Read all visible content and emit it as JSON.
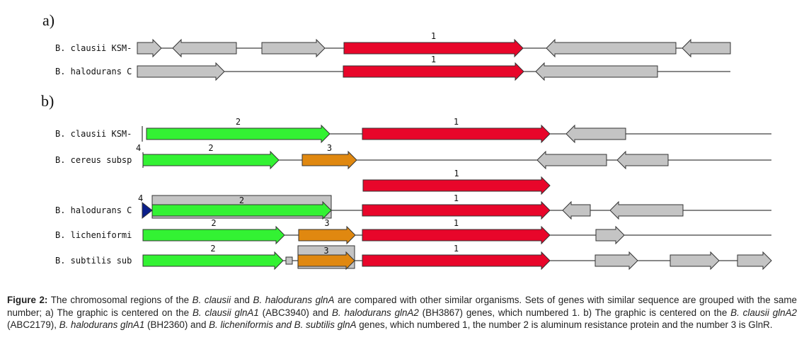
{
  "colors": {
    "gene_1": "#e8062a",
    "gene_2": "#33f233",
    "gene_3": "#e08810",
    "gene_4": "#0b1f8a",
    "other": "#c4c4c4",
    "stroke": "#333333",
    "backbone": "#111111"
  },
  "panels": [
    {
      "label": "a)",
      "rows": [
        {
          "organism": "B. clausii KSM-",
          "genes": [
            {
              "start": 194,
              "end": 228,
              "strand": "+",
              "group": null
            },
            {
              "start": 244,
              "end": 334,
              "strand": "-",
              "group": null
            },
            {
              "start": 370,
              "end": 459,
              "strand": "+",
              "group": null
            },
            {
              "start": 486,
              "end": 739,
              "strand": "+",
              "group": "1"
            },
            {
              "start": 772,
              "end": 955,
              "strand": "-",
              "group": null
            },
            {
              "start": 964,
              "end": 1032,
              "strand": "-",
              "group": null
            }
          ]
        },
        {
          "organism": "B. halodurans C",
          "genes": [
            {
              "start": 194,
              "end": 317,
              "strand": "+",
              "group": null
            },
            {
              "start": 485,
              "end": 740,
              "strand": "+",
              "group": "1"
            },
            {
              "start": 757,
              "end": 929,
              "strand": "-",
              "group": null
            }
          ]
        }
      ]
    },
    {
      "label": "b)",
      "rows": [
        {
          "organism": "B. clausii KSM-",
          "genes": [
            {
              "start": 207,
              "end": 466,
              "strand": "+",
              "group": "2"
            },
            {
              "start": 512,
              "end": 777,
              "strand": "+",
              "group": "1"
            },
            {
              "start": 800,
              "end": 884,
              "strand": "-",
              "group": null
            }
          ]
        },
        {
          "organism": "B. cereus subsp",
          "genes": [
            {
              "start": 202,
              "end": 394,
              "strand": "+",
              "group": "2",
              "extra_label": "4"
            },
            {
              "start": 427,
              "end": 504,
              "strand": "+",
              "group": "3"
            },
            {
              "start": 759,
              "end": 857,
              "strand": "-",
              "group": null
            },
            {
              "start": 872,
              "end": 944,
              "strand": "-",
              "group": null
            }
          ]
        },
        {
          "organism": "",
          "genes": [
            {
              "start": 513,
              "end": 777,
              "strand": "+",
              "group": "1"
            }
          ]
        },
        {
          "organism": "B. halodurans C",
          "genes": [
            {
              "start": 201,
              "end": 215,
              "strand": "+",
              "group": "4"
            },
            {
              "start": 215,
              "end": 468,
              "strand": "+",
              "group": "2",
              "overlap_box": true
            },
            {
              "start": 512,
              "end": 777,
              "strand": "+",
              "group": "1"
            },
            {
              "start": 795,
              "end": 834,
              "strand": "-",
              "group": null
            },
            {
              "start": 862,
              "end": 965,
              "strand": "-",
              "group": null
            }
          ]
        },
        {
          "organism": "B. licheniformi",
          "genes": [
            {
              "start": 202,
              "end": 402,
              "strand": "+",
              "group": "2"
            },
            {
              "start": 422,
              "end": 502,
              "strand": "+",
              "group": "3"
            },
            {
              "start": 512,
              "end": 777,
              "strand": "+",
              "group": "1"
            },
            {
              "start": 842,
              "end": 882,
              "strand": "+",
              "group": null
            }
          ]
        },
        {
          "organism": "B. subtilis sub",
          "genes": [
            {
              "start": 202,
              "end": 400,
              "strand": "+",
              "group": "2"
            },
            {
              "start": 404,
              "end": 413,
              "strand": "box",
              "group": null
            },
            {
              "start": 421,
              "end": 501,
              "strand": "+",
              "group": "3",
              "overlap_box": true
            },
            {
              "start": 512,
              "end": 777,
              "strand": "+",
              "group": "1"
            },
            {
              "start": 841,
              "end": 901,
              "strand": "+",
              "group": null
            },
            {
              "start": 947,
              "end": 1016,
              "strand": "+",
              "group": null
            },
            {
              "start": 1042,
              "end": 1090,
              "strand": "+",
              "group": null
            }
          ]
        }
      ]
    }
  ],
  "caption": {
    "figure_label": "Figure 2:",
    "segments": [
      {
        "t": " The chromosomal regions of the ",
        "i": false
      },
      {
        "t": "B. clausii",
        "i": true
      },
      {
        "t": " and ",
        "i": false
      },
      {
        "t": "B. halodurans glnA",
        "i": true
      },
      {
        "t": " are compared with other similar organisms. Sets of genes with similar sequence are grouped with the same number; a) The graphic is centered on the ",
        "i": false
      },
      {
        "t": "B. clausii glnA1",
        "i": true
      },
      {
        "t": " (ABC3940) and ",
        "i": false
      },
      {
        "t": "B. halodurans glnA2",
        "i": true
      },
      {
        "t": " (BH3867) genes, which numbered 1. b) The graphic is centered on the ",
        "i": false
      },
      {
        "t": "B. clausii glnA2",
        "i": true
      },
      {
        "t": " (ABC2179), ",
        "i": false
      },
      {
        "t": "B. halodurans glnA1",
        "i": true
      },
      {
        "t": " (BH2360) and ",
        "i": false
      },
      {
        "t": "B. licheniformis and B. subtilis glnA",
        "i": true
      },
      {
        "t": "  genes, which numbered 1, the number 2 is aluminum resistance protein and the number 3 is GlnR.",
        "i": false
      }
    ]
  }
}
